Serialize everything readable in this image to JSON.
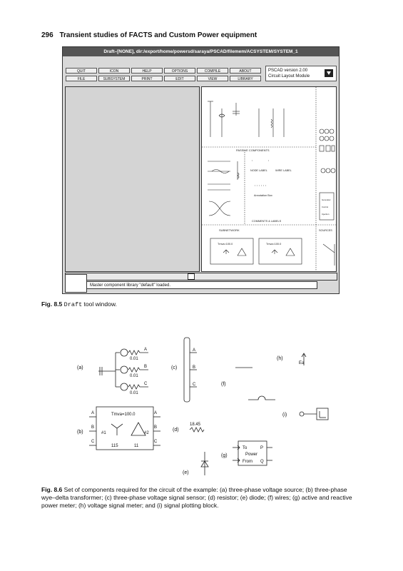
{
  "header": {
    "page_number": "296",
    "running_title": "Transient studies of FACTS and Custom Power equipment"
  },
  "window": {
    "title": "Draft–[NONE], dir:/export/home/powersd/saraya/PSCAD/filemem/ACSYSTEM/SYSTEM_1",
    "menu_row1": [
      "QUIT",
      "ICON",
      "HELP",
      "OPTIONS",
      "COMPILE",
      "ABOUT"
    ],
    "menu_row2": [
      "FILE",
      "SUBSYSTEM",
      "PRINT",
      "EDIT",
      "VIEW",
      "LIBRARY"
    ],
    "version_line1": "PSCAD version 2.00",
    "version_line2": "Circuit Layout Module",
    "status_message": "Master component library \"default\" loaded.",
    "library": {
      "passive_label": "PASSIVE COMPONENTS",
      "node_label": "NODE LABEL",
      "wire_label": "WIRE LABEL",
      "annotation_box": "Annotation Box",
      "comments_label": "COMMENTS & LABELS",
      "subnetwork_label": "SUBNETWORK",
      "sources_label": "SOURCES",
      "tmva": "Tmva=100.0",
      "generator": "Generator",
      "control": "Control",
      "injection": "Injection"
    }
  },
  "fig85": {
    "label": "Fig. 8.5",
    "tool": "Draft",
    "rest": " tool window."
  },
  "fig86": {
    "label": "Fig. 8.6",
    "caption": "Set of components required for the circuit of the example: (a) three-phase voltage source; (b) three-phase wye–delta transformer; (c) three-phase voltage signal sensor; (d) resistor; (e) diode; (f) wires; (g) active and reactive power meter; (h) voltage signal meter; and (i) signal plotting block.",
    "panel_labels": {
      "a": "(a)",
      "b": "(b)",
      "c": "(c)",
      "d": "(d)",
      "e": "(e)",
      "f": "(f)",
      "g": "(g)",
      "h": "(h)",
      "i": "(i)"
    },
    "source_values": [
      "0.01",
      "0.01",
      "0.01"
    ],
    "phases": [
      "A",
      "B",
      "C"
    ],
    "transformer": {
      "tmva": "Tmva=100.0",
      "w1": "#1",
      "w2": "#2",
      "v1": "115",
      "v2": "11"
    },
    "resistor_value": "18.45",
    "meter": {
      "to": "To",
      "from": "From",
      "power": "Power",
      "p": "P",
      "q": "Q"
    },
    "voltage_meter": "Ea"
  }
}
